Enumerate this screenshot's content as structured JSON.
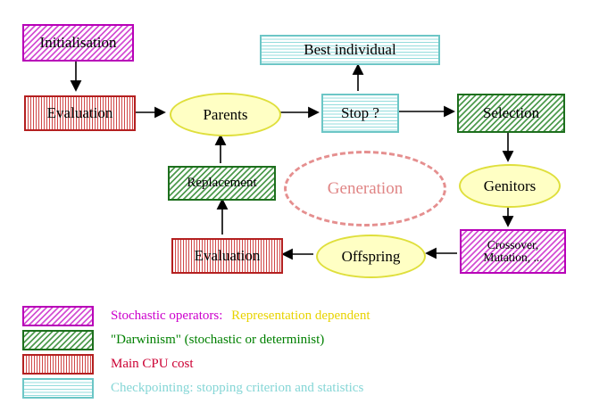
{
  "nodes": {
    "initialisation": {
      "label": "Initialisation"
    },
    "best_individual": {
      "label": "Best individual"
    },
    "evaluation_top": {
      "label": "Evaluation"
    },
    "parents": {
      "label": "Parents"
    },
    "stop": {
      "label": "Stop ?"
    },
    "selection": {
      "label": "Selection"
    },
    "replacement": {
      "label": "Replacement"
    },
    "generation": {
      "label": "Generation"
    },
    "genitors": {
      "label": "Genitors"
    },
    "crossover": {
      "line1": "Crossover,",
      "line2": "Mutation, ..."
    },
    "evaluation_bottom": {
      "label": "Evaluation"
    },
    "offspring": {
      "label": "Offspring"
    }
  },
  "legend": {
    "stochastic": {
      "label": "Stochastic operators:",
      "suffix": "Representation dependent"
    },
    "darwinism": {
      "label": "\"Darwinism\" (stochastic or determinist)"
    },
    "cpu": {
      "label": "Main CPU cost"
    },
    "checkpointing": {
      "label": "Checkpointing: stopping criterion and statistics"
    }
  },
  "colors": {
    "magenta": "#cc00cc",
    "green": "#008000",
    "red": "#cc0033",
    "cyan": "#85d6d6",
    "yellow_text": "#e8d300",
    "salmon": "#e58f8f",
    "ellipse_fill": "#ffffc4",
    "arrow": "#000000"
  }
}
